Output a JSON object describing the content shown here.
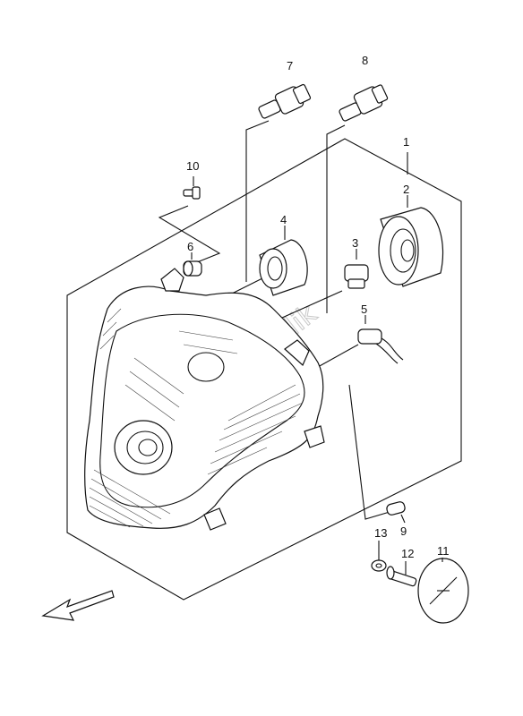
{
  "callouts": [
    {
      "id": "1",
      "label": "1"
    },
    {
      "id": "2",
      "label": "2"
    },
    {
      "id": "3",
      "label": "3"
    },
    {
      "id": "4",
      "label": "4"
    },
    {
      "id": "5",
      "label": "5"
    },
    {
      "id": "6",
      "label": "6"
    },
    {
      "id": "7",
      "label": "7"
    },
    {
      "id": "8",
      "label": "8"
    },
    {
      "id": "9",
      "label": "9"
    },
    {
      "id": "10",
      "label": "10"
    },
    {
      "id": "11",
      "label": "11"
    },
    {
      "id": "12",
      "label": "12"
    },
    {
      "id": "13",
      "label": "13"
    }
  ],
  "watermark": {
    "text": "PartsRepublik"
  },
  "icons": {
    "direction_arrow": "arrow-down-left-icon"
  }
}
